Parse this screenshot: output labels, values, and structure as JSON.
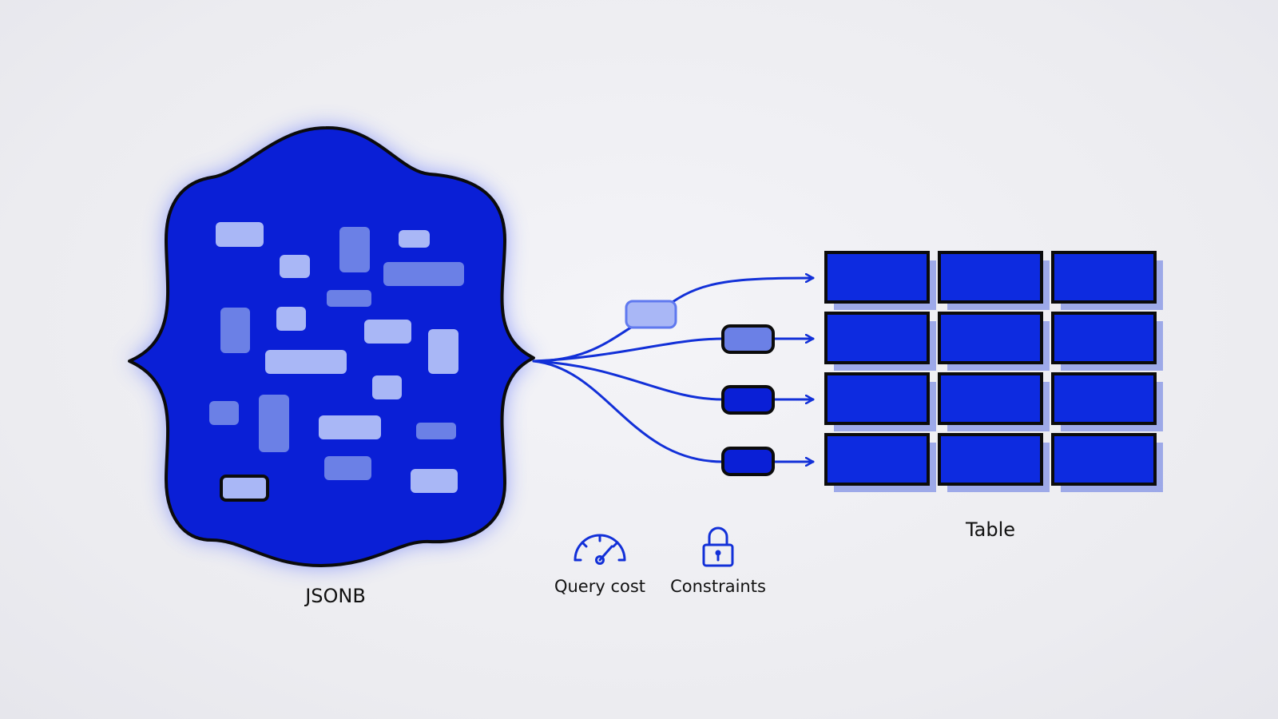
{
  "diagram": {
    "labels": {
      "jsonb": "JSONB",
      "table": "Table",
      "query_cost": "Query cost",
      "constraints": "Constraints"
    },
    "icons": {
      "query_cost": "speedometer-icon",
      "constraints": "lock-icon"
    },
    "table": {
      "rows": 4,
      "columns": 3
    },
    "colors": {
      "accent": "#0a1fd6",
      "cell": "#0d2be0",
      "outline": "#0b0b0b",
      "chip_light": "#a9b7f6",
      "chip_mid": "#6b80e6",
      "background": "#ececf0"
    }
  }
}
